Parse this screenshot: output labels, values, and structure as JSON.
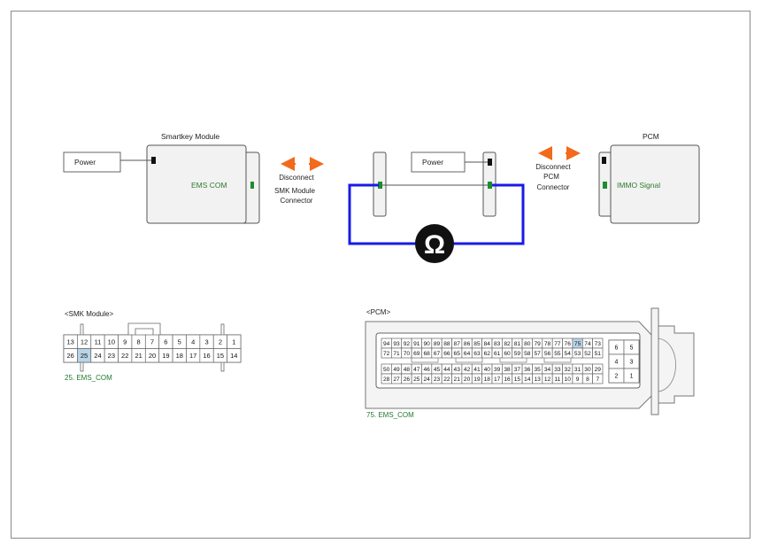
{
  "smartkey": {
    "title": "Smartkey Module",
    "power": "Power",
    "signal": "EMS COM"
  },
  "middle": {
    "power": "Power",
    "ohm": "Ω"
  },
  "pcm": {
    "title": "PCM",
    "signal": "IMMO Signal"
  },
  "disconnect_smk": [
    "Disconnect",
    "SMK Module",
    "Connector"
  ],
  "disconnect_pcm": [
    "Disconnect",
    "PCM",
    "Connector"
  ],
  "smk_connector": {
    "title": "<SMK Module>",
    "top_row": [
      "13",
      "12",
      "11",
      "10",
      "9",
      "8",
      "7",
      "6",
      "5",
      "4",
      "3",
      "2",
      "1"
    ],
    "bottom_row": [
      "26",
      "25",
      "24",
      "23",
      "22",
      "21",
      "20",
      "19",
      "18",
      "17",
      "16",
      "15",
      "14"
    ],
    "highlight": "25",
    "note": "25. EMS_COM"
  },
  "pcm_connector": {
    "title": "<PCM>",
    "row1": [
      "94",
      "93",
      "92",
      "91",
      "90",
      "89",
      "88",
      "87",
      "86",
      "85",
      "84",
      "83",
      "82",
      "81",
      "80",
      "79",
      "78",
      "77",
      "76",
      "75",
      "74",
      "73"
    ],
    "row2": [
      "72",
      "71",
      "70",
      "69",
      "68",
      "67",
      "66",
      "65",
      "64",
      "63",
      "62",
      "61",
      "60",
      "59",
      "58",
      "57",
      "56",
      "55",
      "54",
      "53",
      "52",
      "51"
    ],
    "row3": [
      "50",
      "49",
      "48",
      "47",
      "46",
      "45",
      "44",
      "43",
      "42",
      "41",
      "40",
      "39",
      "38",
      "37",
      "36",
      "35",
      "34",
      "33",
      "32",
      "31",
      "30",
      "29"
    ],
    "row4": [
      "28",
      "27",
      "26",
      "25",
      "24",
      "23",
      "22",
      "21",
      "20",
      "19",
      "18",
      "17",
      "16",
      "15",
      "14",
      "13",
      "12",
      "11",
      "10",
      "9",
      "8",
      "7"
    ],
    "side": [
      [
        "6",
        "5"
      ],
      [
        "4",
        "3"
      ],
      [
        "2",
        "1"
      ]
    ],
    "highlight": "75",
    "note": "75. EMS_COM"
  },
  "colors": {
    "wire": "#1a1ae6",
    "arrow": "#f26a1b",
    "pin_green": "#1e8c2e",
    "signal_text": "#2f7a2f",
    "highlight_cell": "#b8d4e6",
    "module_fill": "#f2f2f2"
  }
}
